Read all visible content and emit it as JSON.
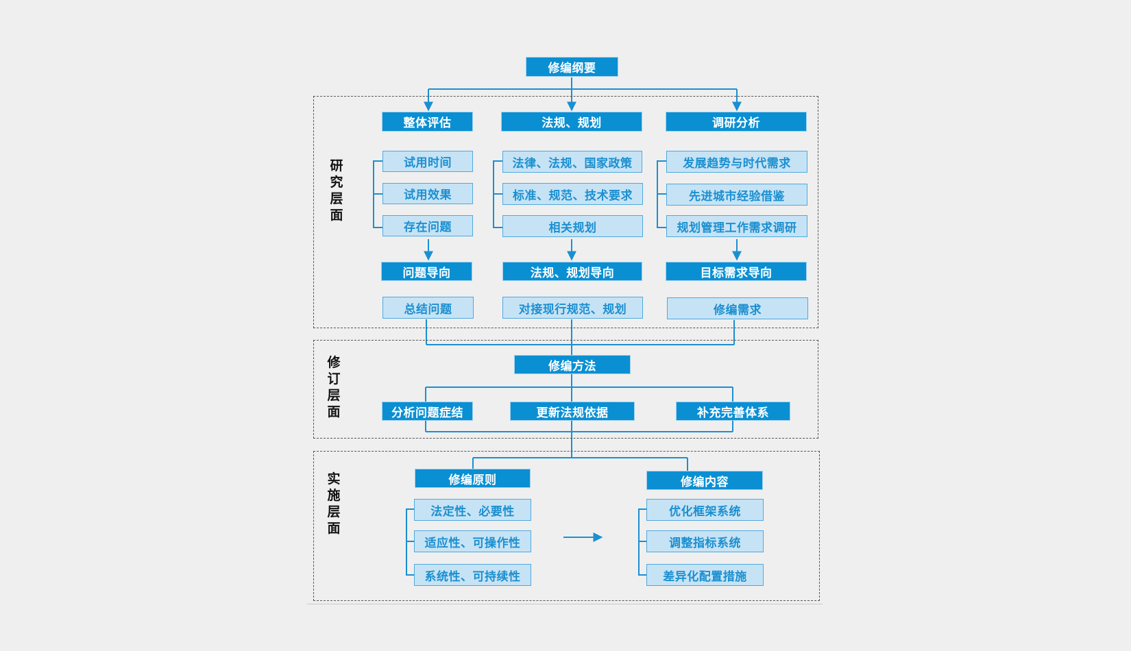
{
  "root": "修编纲要",
  "layers": {
    "research": "研究层面",
    "revision": "修订层面",
    "implementation": "实施层面"
  },
  "research": {
    "overall": {
      "title": "整体评估",
      "items": [
        "试用时间",
        "试用效果",
        "存在问题"
      ],
      "guide": "问题导向",
      "result": "总结问题"
    },
    "regulation": {
      "title": "法规、规划",
      "items": [
        "法律、法规、国家政策",
        "标准、规范、技术要求",
        "相关规划"
      ],
      "guide": "法规、规划导向",
      "result": "对接现行规范、规划"
    },
    "survey": {
      "title": "调研分析",
      "items": [
        "发展趋势与时代需求",
        "先进城市经验借鉴",
        "规划管理工作需求调研"
      ],
      "guide": "目标需求导向",
      "result": "修编需求"
    }
  },
  "revision": {
    "method": "修编方法",
    "items": [
      "分析问题症结",
      "更新法规依据",
      "补充完善体系"
    ]
  },
  "implementation": {
    "principle": {
      "title": "修编原则",
      "items": [
        "法定性、必要性",
        "适应性、可操作性",
        "系统性、可持续性"
      ]
    },
    "content": {
      "title": "修编内容",
      "items": [
        "优化框架系统",
        "调整指标系统",
        "差异化配置措施"
      ]
    }
  },
  "colors": {
    "dark_fill": "#0a8fd3",
    "light_fill": "#c6e3f5",
    "light_text": "#1b8fd0",
    "connector": "#1a8fd2",
    "background": "#efefef"
  }
}
